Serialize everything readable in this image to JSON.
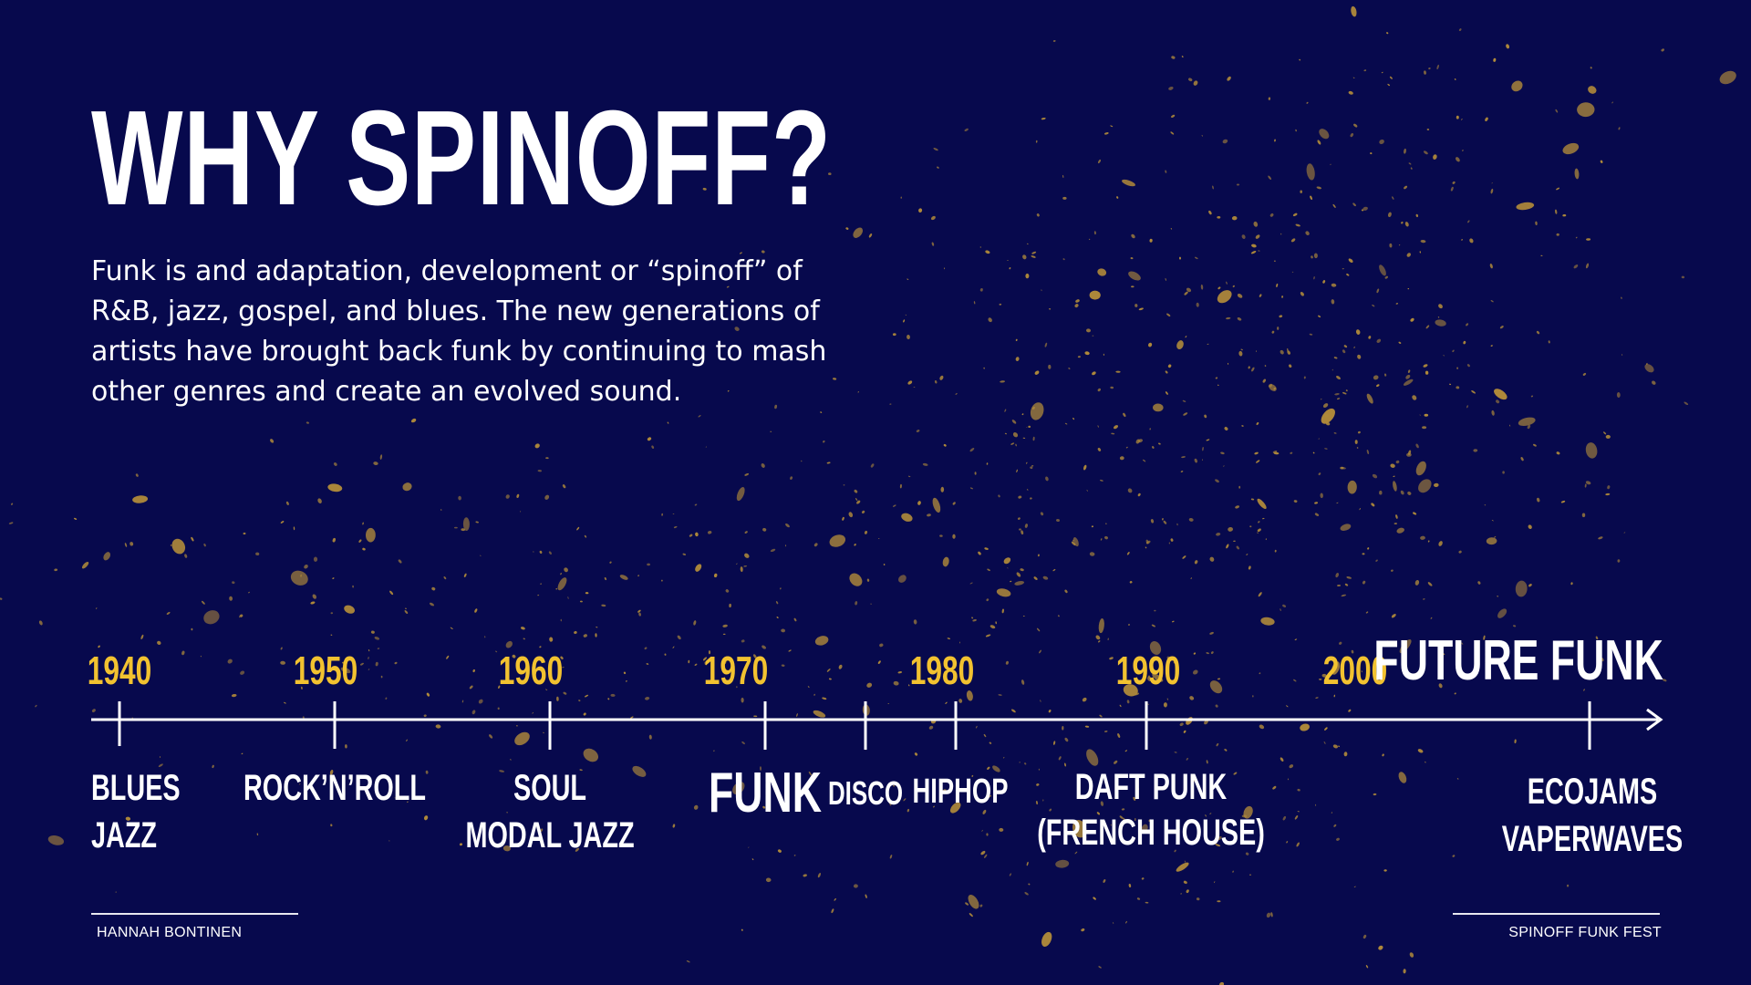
{
  "slide": {
    "title": "WHY SPINOFF?",
    "body": "Funk is and adaptation, development or “spinoff” of R&B, jazz, gospel, and blues. The new generations of artists have brought back funk by continuing to mash other genres and create an evolved sound."
  },
  "timeline": {
    "years": [
      "1940",
      "1950",
      "1960",
      "1970",
      "1980",
      "1990",
      "2000"
    ],
    "future_label": "FUTURE FUNK",
    "genres": {
      "blues_jazz": [
        "BLUES",
        "JAZZ"
      ],
      "rock_n_roll": "ROCK’N’ROLL",
      "soul_modal_jazz": [
        "SOUL",
        "MODAL JAZZ"
      ],
      "funk": "FUNK",
      "disco": "DISCO",
      "hiphop": "HIPHOP",
      "daft_punk": [
        "DAFT PUNK",
        "(FRENCH HOUSE)"
      ],
      "ecojams_vaperwaves": [
        "ECOJAMS",
        "VAPERWAVES"
      ]
    }
  },
  "footer": {
    "author": "HANNAH BONTINEN",
    "event": "SPINOFF FUNK FEST"
  },
  "colors": {
    "background": "#07094d",
    "accent_year": "#f2c230",
    "speckle": "#b08a3a",
    "text": "#ffffff"
  }
}
